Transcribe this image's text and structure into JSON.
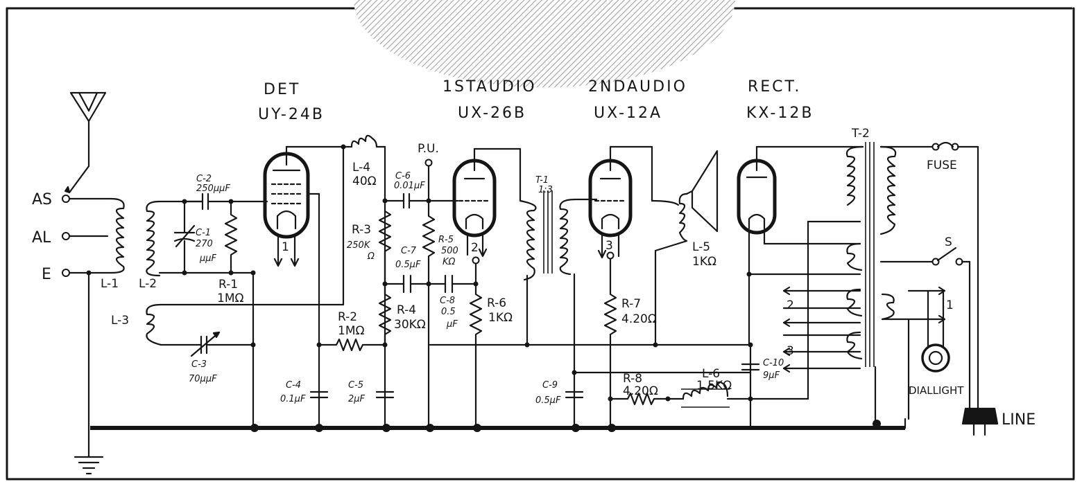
{
  "tubes": [
    {
      "function": "DET",
      "type": "UY-24B"
    },
    {
      "function": "1STAUDIO",
      "type": "UX-26B"
    },
    {
      "function": "2NDAUDIO",
      "type": "UX-12A"
    },
    {
      "function": "RECT.",
      "type": "KX-12B"
    }
  ],
  "terminals": {
    "as": "AS",
    "al": "AL",
    "e": "E",
    "pu": "P.U.",
    "line": "LINE"
  },
  "inductors": {
    "l1": "L-1",
    "l2": "L-2",
    "l3": "L-3",
    "l4": "L-4",
    "l4_val": "40Ω",
    "l5": "L-5",
    "l5_val": "1KΩ",
    "l6": "L-6",
    "l6_val": "1.5KΩ"
  },
  "capacitors": {
    "c1": "C-1",
    "c1_val": "270",
    "c1_unit": "μμF",
    "c2": "C-2",
    "c2_val": "250μμF",
    "c3": "C-3",
    "c3_val": "70μμF",
    "c4": "C-4",
    "c4_val": "0.1μF",
    "c5": "C-5",
    "c5_val": "2μF",
    "c6": "C-6",
    "c6_val": "0.01μF",
    "c7": "C-7",
    "c7_val": "0.5μF",
    "c8": "C-8",
    "c8_val": "0.5",
    "c8_unit": "μF",
    "c9": "C-9",
    "c9_val": "0.5μF",
    "c10": "C-10",
    "c10_val": "9μF"
  },
  "resistors": {
    "r1": "R-1",
    "r1_val": "1MΩ",
    "r2": "R-2",
    "r2_val": "1MΩ",
    "r3": "R-3",
    "r3_val": "250K",
    "r3_unit": "Ω",
    "r4": "R-4",
    "r4_val": "30KΩ",
    "r5": "R-5",
    "r5_val": "500",
    "r5_unit": "KΩ",
    "r6": "R-6",
    "r6_val": "1KΩ",
    "r7": "R-7",
    "r7_val": "4.20Ω",
    "r8": "R-8",
    "r8_val": "4.20Ω"
  },
  "transformers": {
    "t1": "T-1",
    "t1_ratio": "1:3",
    "t2": "T-2"
  },
  "misc": {
    "fuse": "FUSE",
    "switch": "S",
    "pilot": "DIALLIGHT"
  },
  "numbers": {
    "n1": "1",
    "n2": "2",
    "n3": "3",
    "tap1": "1",
    "tap2": "2",
    "tap3": "3"
  }
}
